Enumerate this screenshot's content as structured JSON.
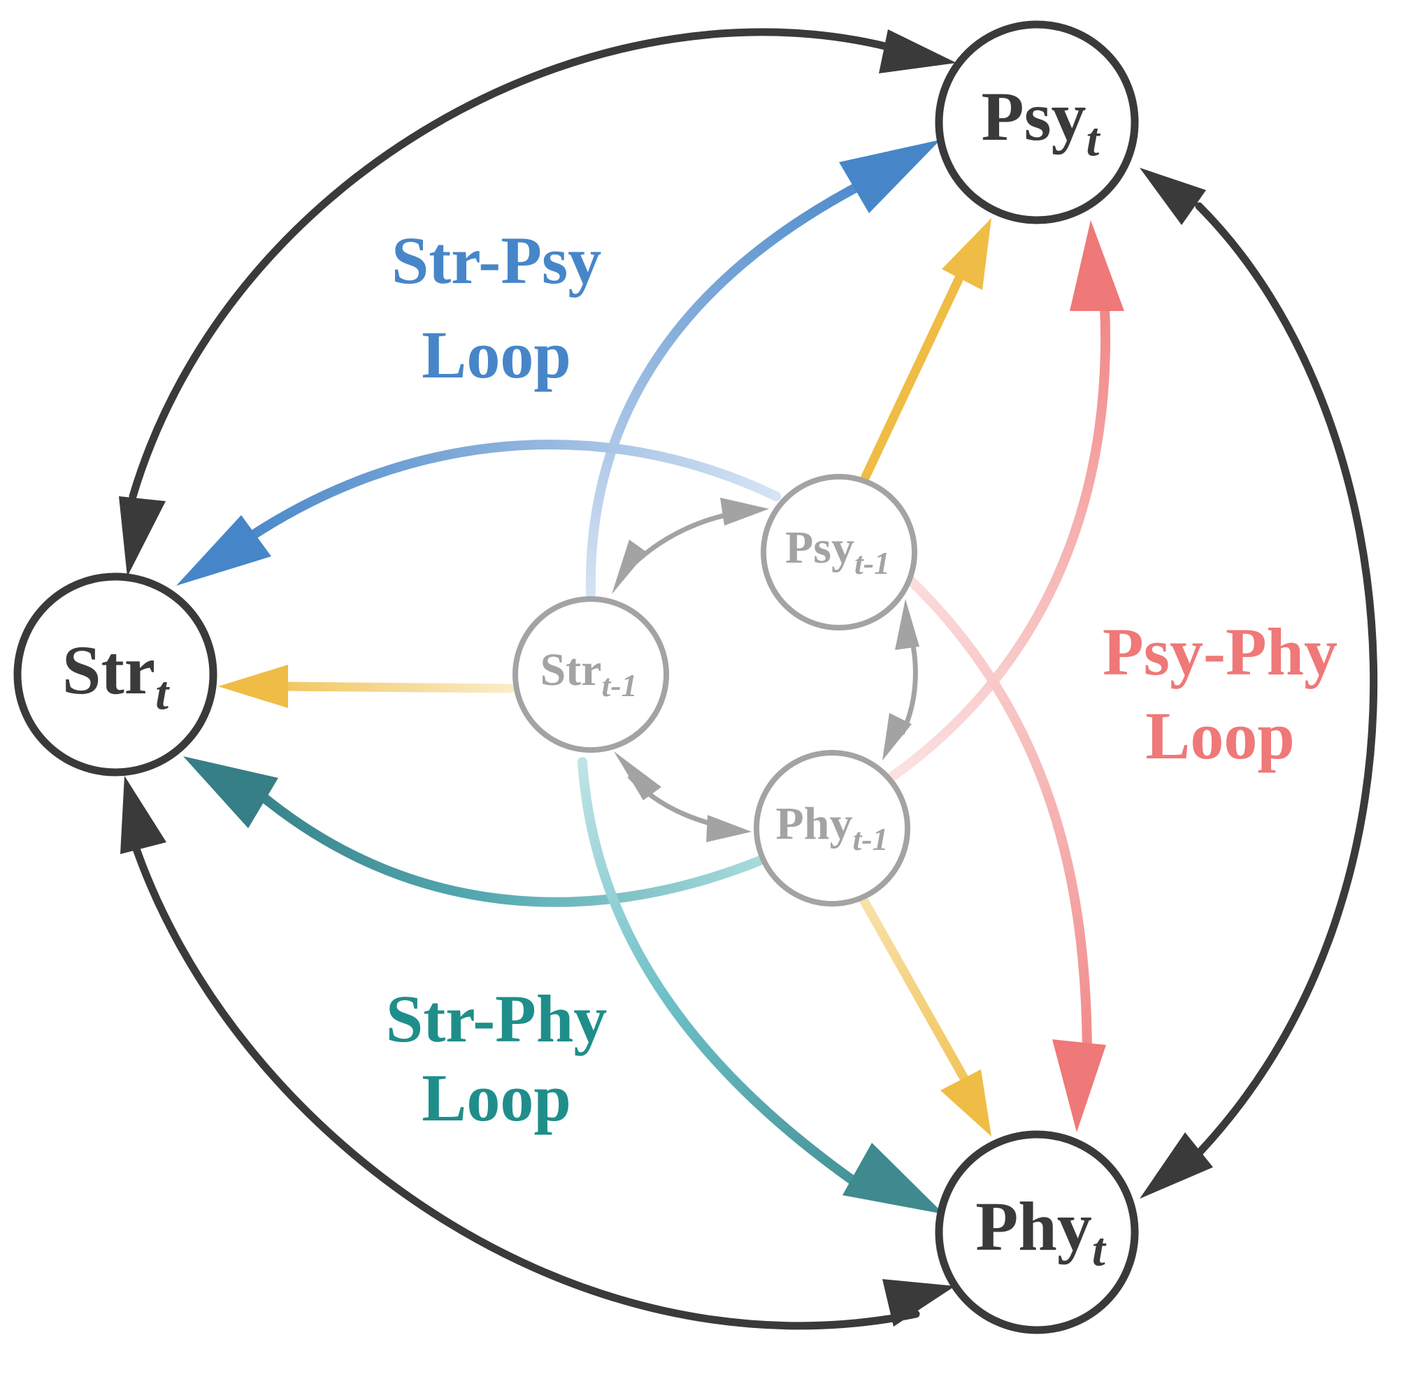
{
  "nodes": {
    "psy_t": {
      "base": "Psy",
      "sub": "t"
    },
    "phy_t": {
      "base": "Phy",
      "sub": "t"
    },
    "str_t": {
      "base": "Str",
      "sub": "t"
    },
    "psy_t1": {
      "base": "Psy",
      "sub": "t-1"
    },
    "phy_t1": {
      "base": "Phy",
      "sub": "t-1"
    },
    "str_t1": {
      "base": "Str",
      "sub": "t-1"
    }
  },
  "loops": {
    "str_psy": {
      "line1": "Str-Psy",
      "line2": "Loop"
    },
    "psy_phy": {
      "line1": "Psy-Phy",
      "line2": "Loop"
    },
    "str_phy": {
      "line1": "Str-Phy",
      "line2": "Loop"
    }
  },
  "colors": {
    "dark": "#3a3a3a",
    "grey": "#a3a3a3",
    "blue": "#4686c8",
    "red": "#ef7878",
    "teal": "#1f8e8a",
    "yellow": "#efbd45"
  }
}
